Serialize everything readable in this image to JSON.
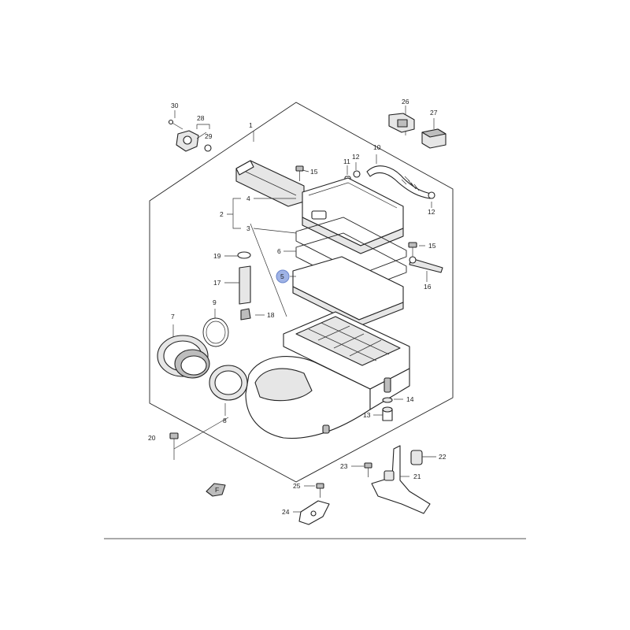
{
  "diagram": {
    "callouts": [
      {
        "id": "c1",
        "text": "1"
      },
      {
        "id": "c2",
        "text": "2"
      },
      {
        "id": "c3",
        "text": "3"
      },
      {
        "id": "c4",
        "text": "4"
      },
      {
        "id": "c5",
        "text": "5",
        "highlighted": true
      },
      {
        "id": "c6",
        "text": "6"
      },
      {
        "id": "c7",
        "text": "7"
      },
      {
        "id": "c8",
        "text": "8"
      },
      {
        "id": "c9",
        "text": "9"
      },
      {
        "id": "c10",
        "text": "10"
      },
      {
        "id": "c11",
        "text": "11"
      },
      {
        "id": "c12a",
        "text": "12"
      },
      {
        "id": "c12b",
        "text": "12"
      },
      {
        "id": "c13",
        "text": "13"
      },
      {
        "id": "c14",
        "text": "14"
      },
      {
        "id": "c15a",
        "text": "15"
      },
      {
        "id": "c15b",
        "text": "15"
      },
      {
        "id": "c16",
        "text": "16"
      },
      {
        "id": "c17",
        "text": "17"
      },
      {
        "id": "c18",
        "text": "18"
      },
      {
        "id": "c19",
        "text": "19"
      },
      {
        "id": "c20",
        "text": "20"
      },
      {
        "id": "c21",
        "text": "21"
      },
      {
        "id": "c22",
        "text": "22"
      },
      {
        "id": "c23",
        "text": "23"
      },
      {
        "id": "c24",
        "text": "24"
      },
      {
        "id": "c25",
        "text": "25"
      },
      {
        "id": "c26",
        "text": "26"
      },
      {
        "id": "c27",
        "text": "27"
      },
      {
        "id": "c28",
        "text": "28"
      },
      {
        "id": "c29",
        "text": "29"
      },
      {
        "id": "c30",
        "text": "30"
      }
    ],
    "highlight_color": "#9fb3e6",
    "front_mark_label": "F"
  }
}
